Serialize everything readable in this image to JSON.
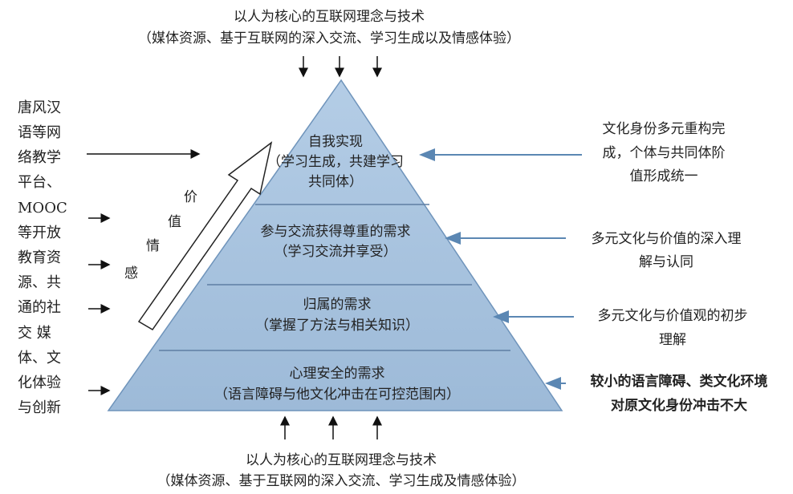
{
  "top_label": {
    "line1": "以人为核心的互联网理念与技术",
    "line2": "（媒体资源、基于互联网的深入交流、学习生成以及情感体验）"
  },
  "bottom_label": {
    "line1": "以人为核心的互联网理念与技术",
    "line2": "（媒体资源、基于互联网的深入交流、学习生成及情感体验）"
  },
  "left_column": [
    "唐风汉",
    "语等网",
    "络教学",
    "平台、",
    "MOOC",
    "等开放",
    "教育资",
    "源、共",
    "通的社",
    "交 媒",
    "体、文",
    "化体验",
    "与创新"
  ],
  "value_arrow_label": [
    "价",
    "值",
    "情",
    "感"
  ],
  "pyramid_levels": [
    {
      "title": "自我实现",
      "detail": [
        "（学习生成，共建学习",
        "共同体）"
      ]
    },
    {
      "title": "参与交流获得尊重的需求",
      "detail": [
        "（学习交流并享受）"
      ]
    },
    {
      "title": "归属的需求",
      "detail": [
        "（掌握了方法与相关知识）"
      ]
    },
    {
      "title": "心理安全的需求",
      "detail": [
        "（语言障碍与他文化冲击在可控范围内）"
      ]
    }
  ],
  "right_notes": [
    [
      "文化身份多元重构完",
      "成，个体与共同体阶",
      "值形成统一"
    ],
    [
      "多元文化与价值的深入理",
      "解与认同"
    ],
    [
      "多元文化与价值观的初步",
      "理解"
    ],
    [
      "较小的语言障碍、类文化环境",
      "对原文化身份冲击不大"
    ]
  ],
  "colors": {
    "pyramid_fill": "#a9c3de",
    "pyramid_edge": "#6f94bb",
    "right_arrow": "#5b87b3"
  }
}
